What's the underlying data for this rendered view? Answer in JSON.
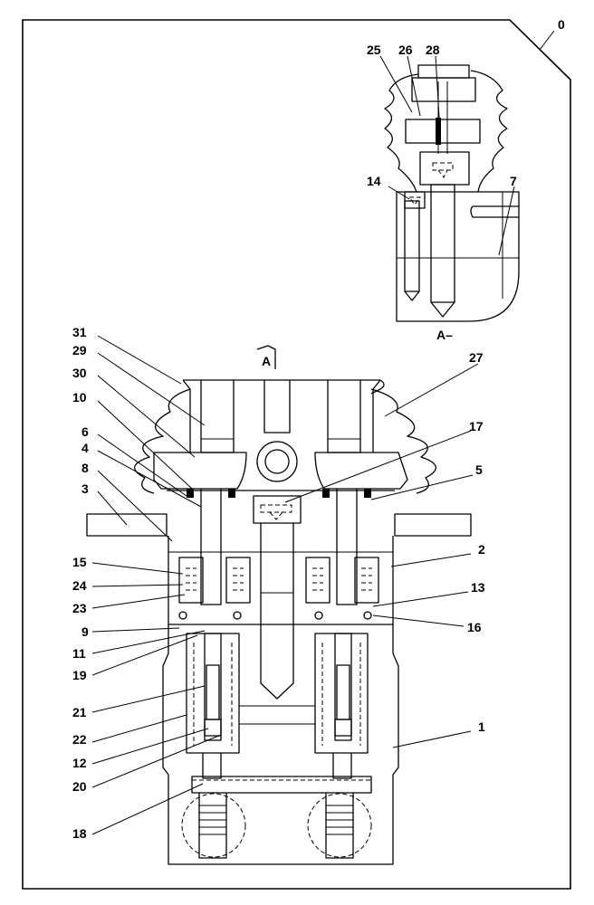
{
  "drawing": {
    "assembly_number": "0",
    "section_label": "A",
    "detail_view_label": "A–"
  },
  "parts": [
    {
      "number": "1"
    },
    {
      "number": "2"
    },
    {
      "number": "3"
    },
    {
      "number": "4"
    },
    {
      "number": "5"
    },
    {
      "number": "6"
    },
    {
      "number": "7"
    },
    {
      "number": "8"
    },
    {
      "number": "9"
    },
    {
      "number": "10"
    },
    {
      "number": "11"
    },
    {
      "number": "12"
    },
    {
      "number": "13"
    },
    {
      "number": "14"
    },
    {
      "number": "15"
    },
    {
      "number": "16"
    },
    {
      "number": "17"
    },
    {
      "number": "18"
    },
    {
      "number": "19"
    },
    {
      "number": "20"
    },
    {
      "number": "21"
    },
    {
      "number": "22"
    },
    {
      "number": "23"
    },
    {
      "number": "24"
    },
    {
      "number": "25"
    },
    {
      "number": "26"
    },
    {
      "number": "27"
    },
    {
      "number": "28"
    },
    {
      "number": "29"
    },
    {
      "number": "30"
    },
    {
      "number": "31"
    }
  ]
}
